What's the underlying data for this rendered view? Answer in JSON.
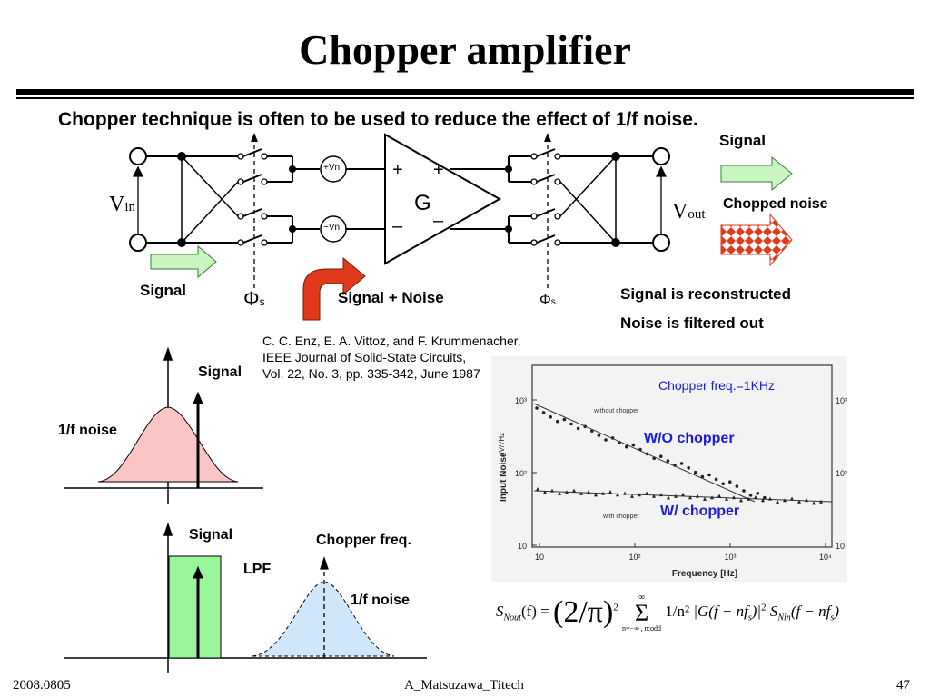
{
  "slide": {
    "title": "Chopper amplifier",
    "subtitle": "Chopper technique is often to be used to reduce the effect of 1/f noise."
  },
  "circuit": {
    "vin": "V",
    "vin_sub": "in",
    "vout": "V",
    "vout_sub": "out",
    "gain": "G",
    "plus_left": "+",
    "plus_right": "+",
    "minus_left": "–",
    "minus_right": "–",
    "src_top": "+Vn",
    "src_bottom": "−Vn",
    "phi_left": "Φ",
    "phi_left_sub": "s",
    "phi_right": "Φ",
    "phi_right_sub": "s",
    "signal_in": "Signal",
    "signal_noise": "Signal + Noise",
    "signal_out": "Signal",
    "chopped_noise": "Chopped noise",
    "reconstructed": "Signal is reconstructed",
    "filtered": "Noise is filtered out"
  },
  "reference": {
    "line1": "C. C. Enz, E. A. Vittoz, and F. Krummenacher,",
    "line2": "IEEE Journal of Solid-State Circuits,",
    "line3": "Vol. 22, No. 3, pp. 335-342, June 1987"
  },
  "spectrum_top": {
    "signal_label": "Signal",
    "noise_label": "1/f noise"
  },
  "spectrum_bottom": {
    "signal_label": "Signal",
    "lpf_label": "LPF",
    "chopper_label": "Chopper freq.",
    "noise_label": "1/f noise"
  },
  "measurement": {
    "chopper_freq": "Chopper freq.=1KHz",
    "without": "W/O chopper",
    "with": "W/ chopper",
    "without_small": "without chopper",
    "with_small": "with chopper",
    "ylabel": "Input Noise",
    "yunit": "nV/√Hz",
    "xlabel": "Frequency",
    "xunit": "[Hz]",
    "y_ticks": [
      "10³",
      "10²",
      "10"
    ],
    "x_ticks": [
      "10",
      "10²",
      "10³",
      "10⁴"
    ]
  },
  "formula": {
    "lhs": "S",
    "lhs_sub": "Nout",
    "arg": "(f) =",
    "coef": "(2/π)",
    "sq": "2",
    "sum": "Σ",
    "sum_top": "∞",
    "sum_bottom": "n=−∞ , n:odd",
    "frac": "1/n²",
    "gain": "|G(f − nf",
    "gain_sub": "s",
    "gain_end": ")|",
    "gain_sq": "2",
    "s": "S",
    "s_sub": "Nin",
    "tail": "(f − nf",
    "tail_sub": "s",
    "tail_end": ")"
  },
  "footer": {
    "date": "2008.0805",
    "author": "A_Matsuzawa_Titech",
    "page": "47"
  },
  "colors": {
    "green_arrow": "#c9f5c0",
    "red_arrow": "#e03a1a",
    "blue_text": "#1a1adb",
    "pink_fill": "#f9c5c5",
    "blue_fill": "#cfe6fb",
    "lpf_fill": "#99f59a"
  }
}
